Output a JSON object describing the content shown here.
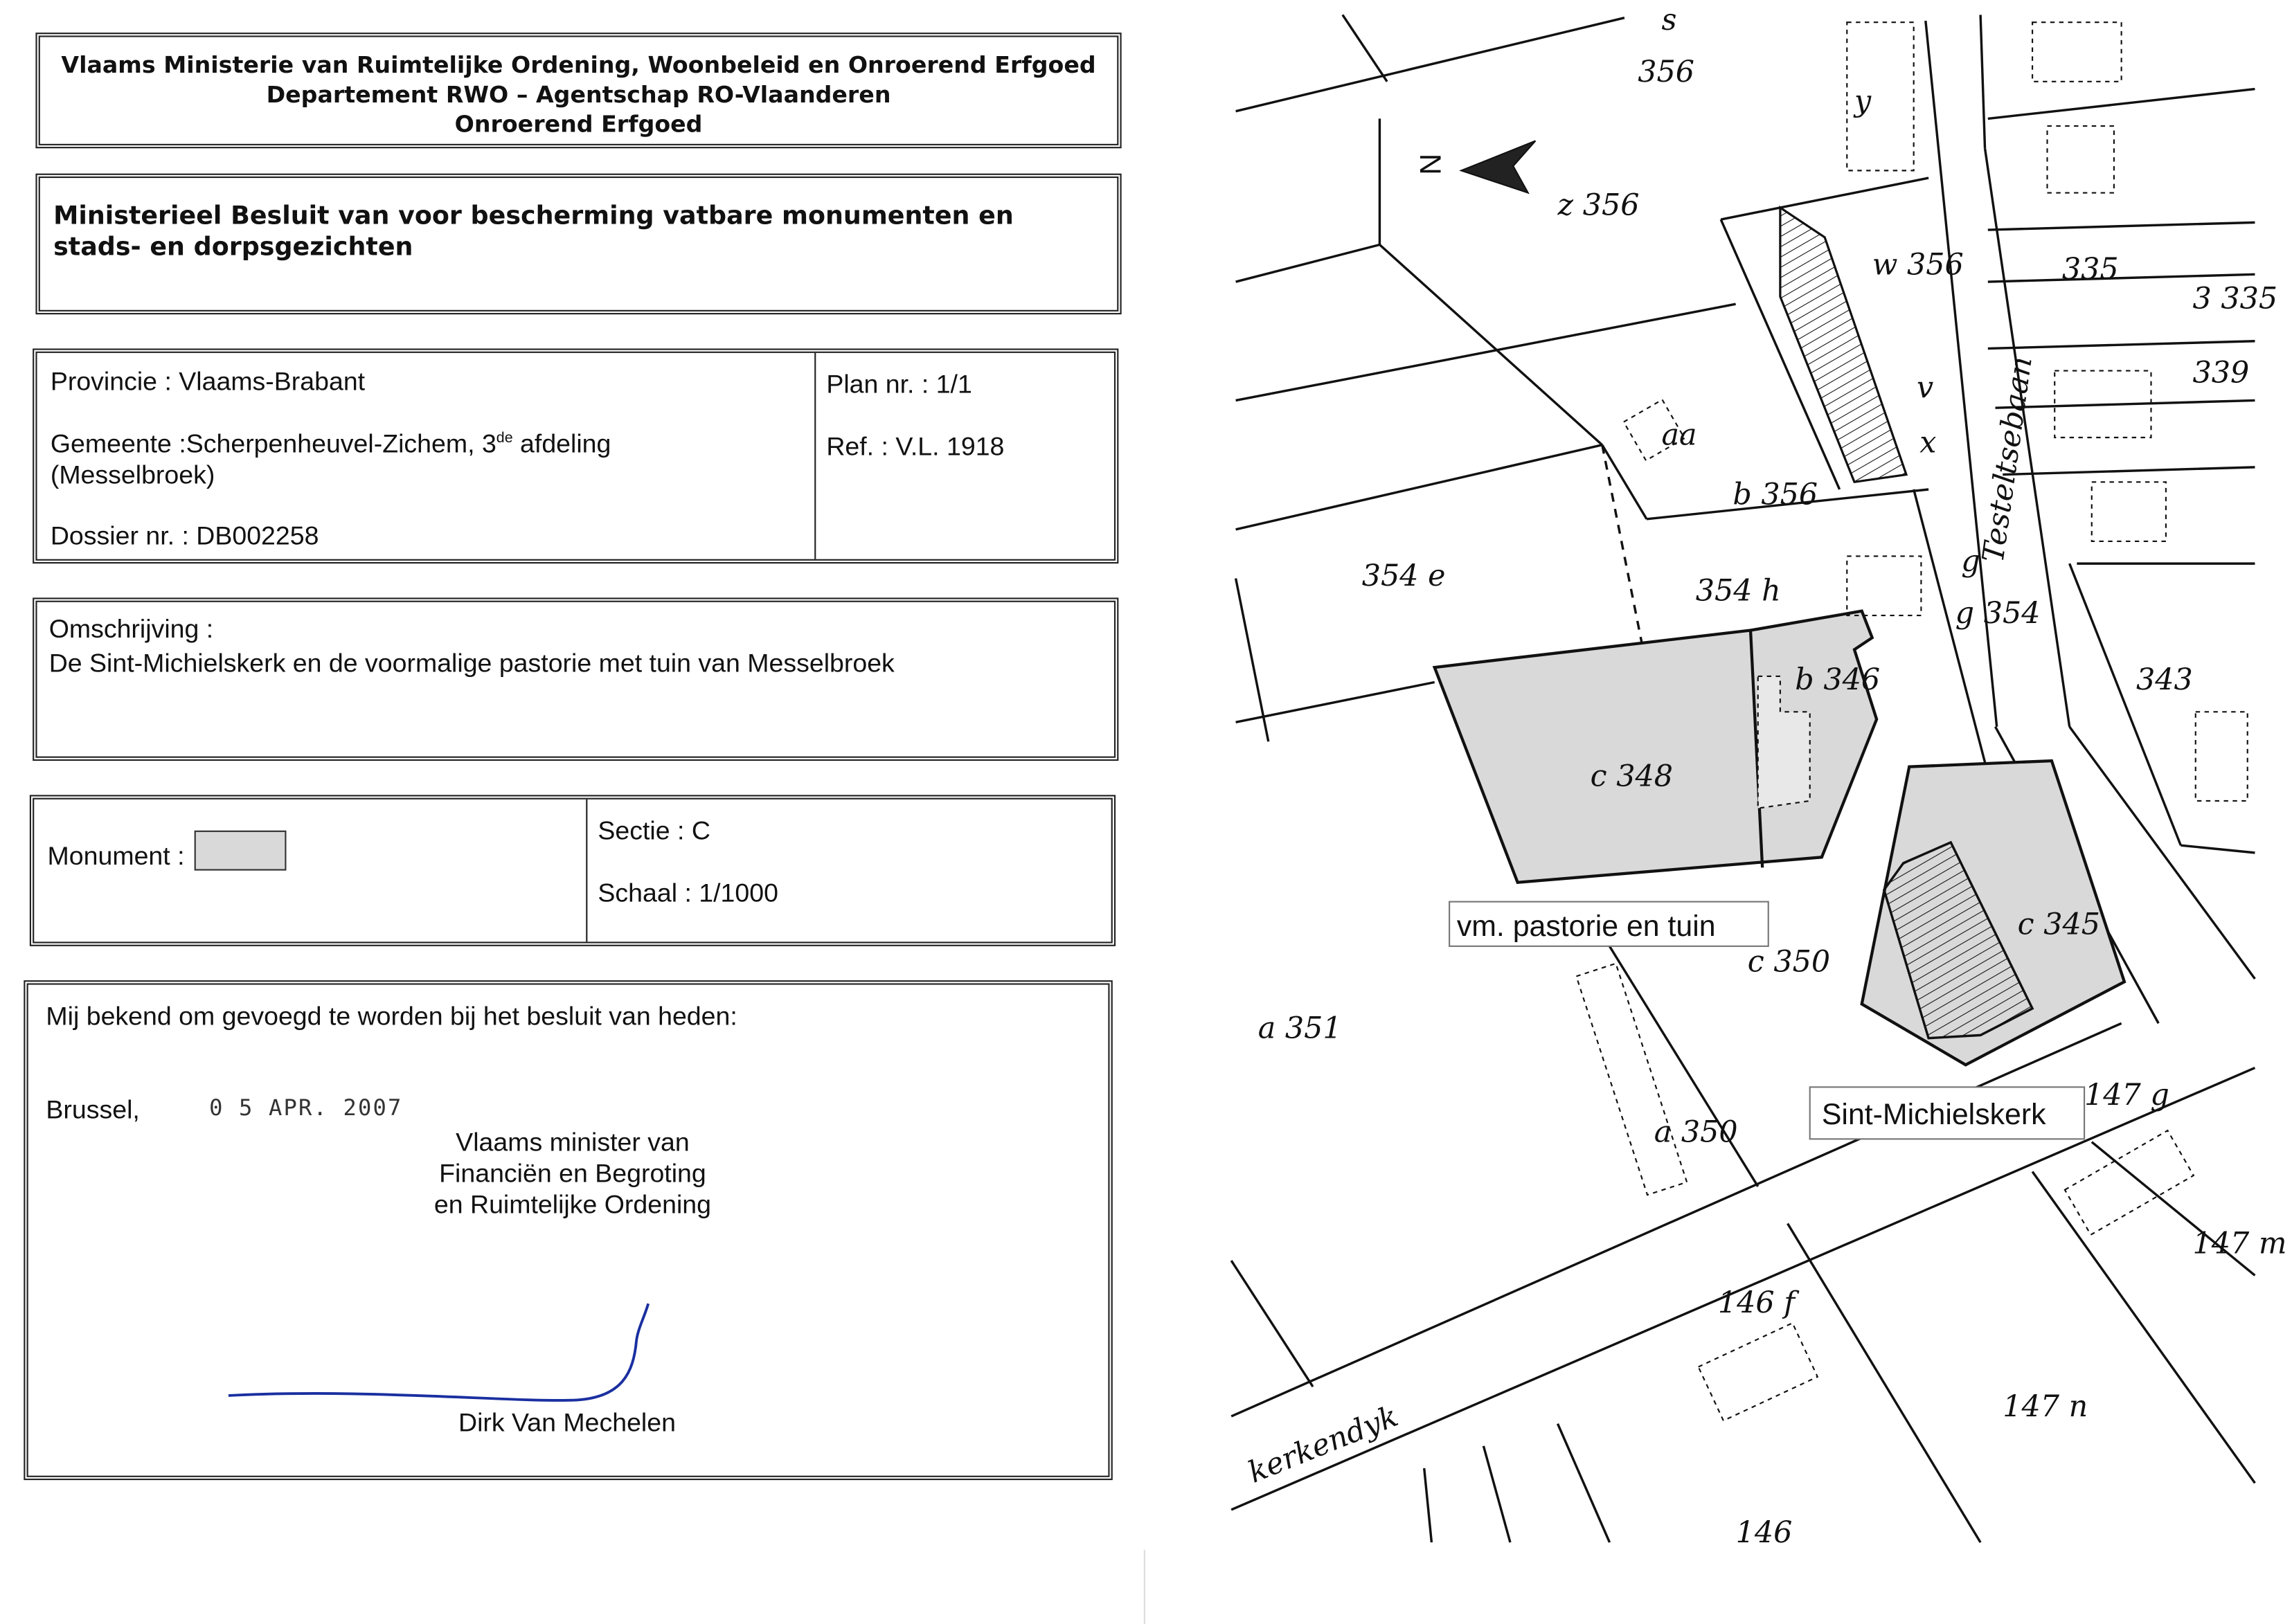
{
  "header": {
    "line1": "Vlaams Ministerie van Ruimtelijke Ordening, Woonbeleid en Onroerend Erfgoed",
    "line2": "Departement RWO – Agentschap RO-Vlaanderen",
    "line3": "Onroerend Erfgoed"
  },
  "decree_title": "Ministerieel Besluit van voor bescherming vatbare monumenten en stads- en dorpsgezichten",
  "location": {
    "provincie": "Provincie : Vlaams-Brabant",
    "gemeente_prefix": "Gemeente :Scherpenheuvel-Zichem, 3",
    "gemeente_sup": "de",
    "gemeente_suffix": " afdeling",
    "gemeente_line2": "(Messelbroek)",
    "dossier": "Dossier nr. : DB002258",
    "plan": "Plan nr. : 1/1",
    "ref": "Ref. : V.L. 1918"
  },
  "description": {
    "label": "Omschrijving :",
    "text": "De Sint-Michielskerk en de voormalige pastorie met tuin van Messelbroek"
  },
  "legend": {
    "monument_label": "Monument :",
    "monument_color": "#d9d9d9",
    "sectie": "Sectie : C",
    "schaal": "Schaal : 1/1000"
  },
  "signature_block": {
    "intro": "Mij bekend om gevoegd te worden bij het besluit van heden:",
    "city": "Brussel,",
    "date_stamp": "0 5 APR. 2007",
    "role_line1": "Vlaams minister van",
    "role_line2": "Financiën en Begroting",
    "role_line3": "en Ruimtelijke Ordening",
    "name": "Dirk Van Mechelen",
    "signature_color": "#1a2fa0"
  },
  "map": {
    "north": "N",
    "label_pastorie": "vm. pastorie en tuin",
    "label_kerk": "Sint-Michielskerk",
    "street_testelt": "Testeltsebaan",
    "street_kerkendijk": "kerkendyk",
    "parcels": [
      "356",
      "z 356",
      "w 356",
      "v",
      "x",
      "b 356",
      "354 e",
      "354 h",
      "g 354",
      "b 346",
      "c 348",
      "c 345",
      "c 350",
      "a 351",
      "a 350",
      "335",
      "3 335",
      "339",
      "343",
      "147 g",
      "147 m",
      "146 f",
      "147 n",
      "y",
      "g",
      "146",
      "aa",
      "s"
    ]
  }
}
